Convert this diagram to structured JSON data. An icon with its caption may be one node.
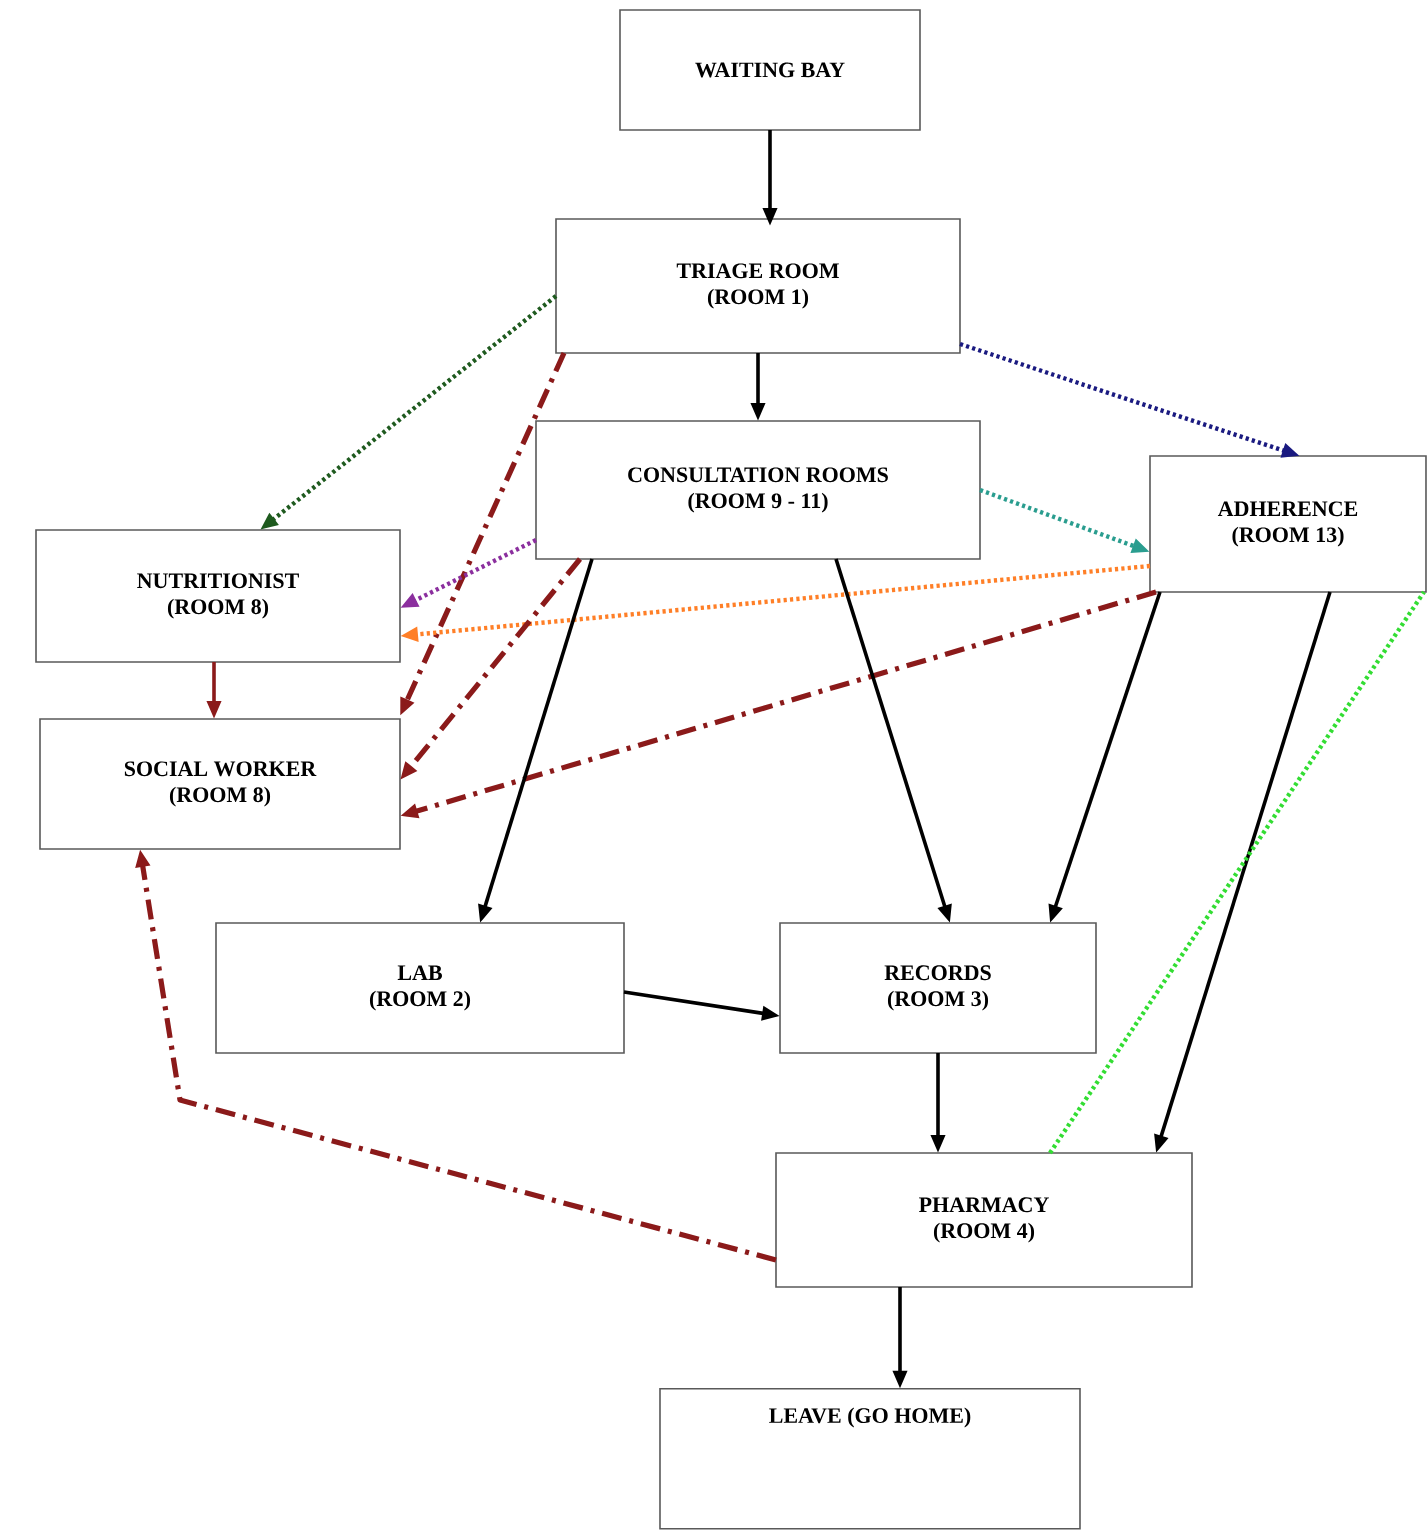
{
  "diagram": {
    "nodes": [
      {
        "text": [
          "WAITING BAY"
        ]
      },
      {
        "text": [
          "TRIAGE ROOM",
          "(ROOM 1)"
        ]
      },
      {
        "text": [
          "CONSULTATION ROOMS",
          "(ROOM 9 - 11)"
        ]
      },
      {
        "text": [
          "ADHERENCE",
          "(ROOM 13)"
        ]
      },
      {
        "text": [
          "NUTRITIONIST",
          "(ROOM 8)"
        ]
      },
      {
        "text": [
          "SOCIAL WORKER",
          "(ROOM 8)"
        ]
      },
      {
        "text": [
          "LAB",
          "(ROOM 2)"
        ]
      },
      {
        "text": [
          "RECORDS",
          "(ROOM 3)"
        ]
      },
      {
        "text": [
          "PHARMACY",
          "(ROOM 4)"
        ]
      },
      {
        "text": [
          "LEAVE (GO HOME)"
        ]
      }
    ],
    "edges": [
      {
        "from": 0,
        "to": 1,
        "arrow": "to"
      },
      {
        "from": 1,
        "to": 2,
        "arrow": "to"
      },
      {
        "from": 1,
        "to": 4,
        "arrow": "to",
        "style": "dashed",
        "color": "#1e5a1e"
      },
      {
        "from": 1,
        "to": 3,
        "arrow": "to",
        "style": "dashed",
        "color": "#1a1a80"
      },
      {
        "from": 1,
        "to": 5,
        "arrow": "to",
        "style": "dashed",
        "color": "#8b1a1a"
      },
      {
        "from": 2,
        "to": 4,
        "arrow": "to",
        "style": "dashed",
        "color": "#8b2f9e"
      },
      {
        "from": 2,
        "to": 3,
        "arrow": "to",
        "style": "dashed",
        "color": "#2a9d8f"
      },
      {
        "from": 3,
        "to": 4,
        "arrow": "to",
        "style": "dashed",
        "color": "#ff7f27"
      },
      {
        "from": 2,
        "to": 5,
        "arrow": "to",
        "style": "dashed",
        "color": "#8b1a1a"
      },
      {
        "from": 3,
        "to": 5,
        "arrow": "to",
        "style": "dashed",
        "color": "#8b1a1a"
      },
      {
        "from": 4,
        "to": 5,
        "arrow": "to",
        "color": "#8b1a1a"
      },
      {
        "from": 2,
        "to": 6,
        "arrow": "to"
      },
      {
        "from": 2,
        "to": 7,
        "arrow": "to"
      },
      {
        "from": 3,
        "to": 7,
        "arrow": "to"
      },
      {
        "from": 3,
        "to": 8,
        "arrow": "to"
      },
      {
        "from": 6,
        "to": 7,
        "arrow": "to"
      },
      {
        "from": 7,
        "to": 8,
        "arrow": "to"
      },
      {
        "from": 8,
        "to": 9,
        "arrow": "to"
      },
      {
        "from": 8,
        "to": 5,
        "arrow": "to",
        "style": "dashed",
        "color": "#8b1a1a"
      },
      {
        "from": 8,
        "to": 3,
        "arrow": "none",
        "style": "dashed",
        "color": "#33dd33"
      }
    ]
  }
}
